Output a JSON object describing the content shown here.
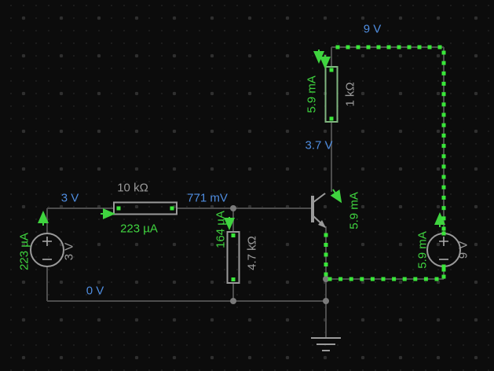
{
  "app": {
    "name": "Circuit Simulator",
    "view": "schematic-canvas"
  },
  "colors": {
    "background": "#0c0c0c",
    "wire": "#4d4d4d",
    "component": "#9a9a9a",
    "current_dot": "#39e639",
    "current_label": "#3fd43f",
    "voltage_label": "#4f8de0",
    "value_label": "#9b9b9b"
  },
  "components": {
    "v1": {
      "type": "voltage-source",
      "value": "3 V",
      "current": "223 µA"
    },
    "v2": {
      "type": "voltage-source",
      "value": "9 V",
      "current": "5.9 mA"
    },
    "r1": {
      "type": "resistor",
      "value": "1 kΩ",
      "current": "5.9 mA"
    },
    "r2": {
      "type": "resistor",
      "value": "10 kΩ",
      "current": "223 µA"
    },
    "r3": {
      "type": "resistor",
      "value": "4.7 kΩ",
      "current": "164 µA"
    },
    "q1": {
      "type": "npn-transistor",
      "emitter_current": "5.9 mA"
    }
  },
  "nets": {
    "top": "9 V",
    "collector": "3.7 V",
    "base_input": "3 V",
    "base": "771 mV",
    "ground": "0 V"
  }
}
